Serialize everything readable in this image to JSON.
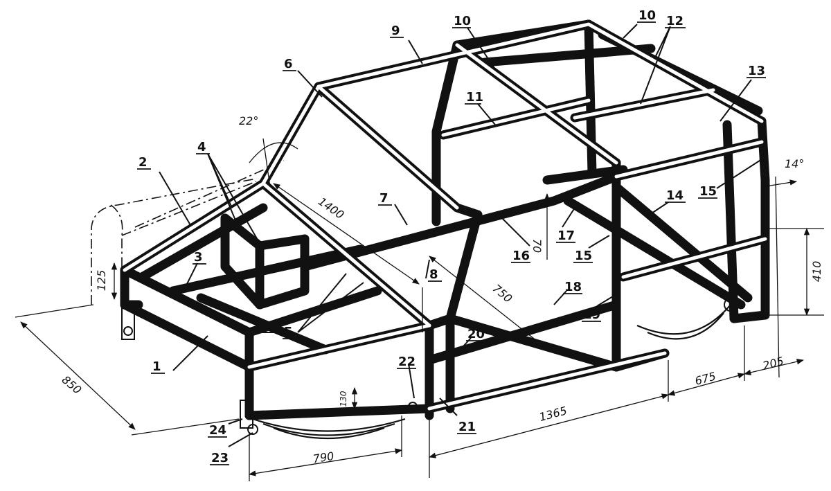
{
  "part_labels": [
    "1",
    "2",
    "3",
    "4",
    "5",
    "6",
    "7",
    "8",
    "9",
    "10",
    "10",
    "11",
    "12",
    "13",
    "14",
    "15",
    "15",
    "16",
    "17",
    "18",
    "19",
    "20",
    "21",
    "22",
    "23",
    "24"
  ],
  "dimensions": {
    "front_height": "125",
    "length_front": "1400",
    "windshield_angle": "22°",
    "mid_length": "750",
    "tunnel_height": "70",
    "rear_angle": "14°",
    "rear_height": "410",
    "wheelbase_section": "1365",
    "rear_overhang": "675",
    "rear_end": "205",
    "spring_length": "790",
    "spring_height": "130",
    "width": "850"
  }
}
